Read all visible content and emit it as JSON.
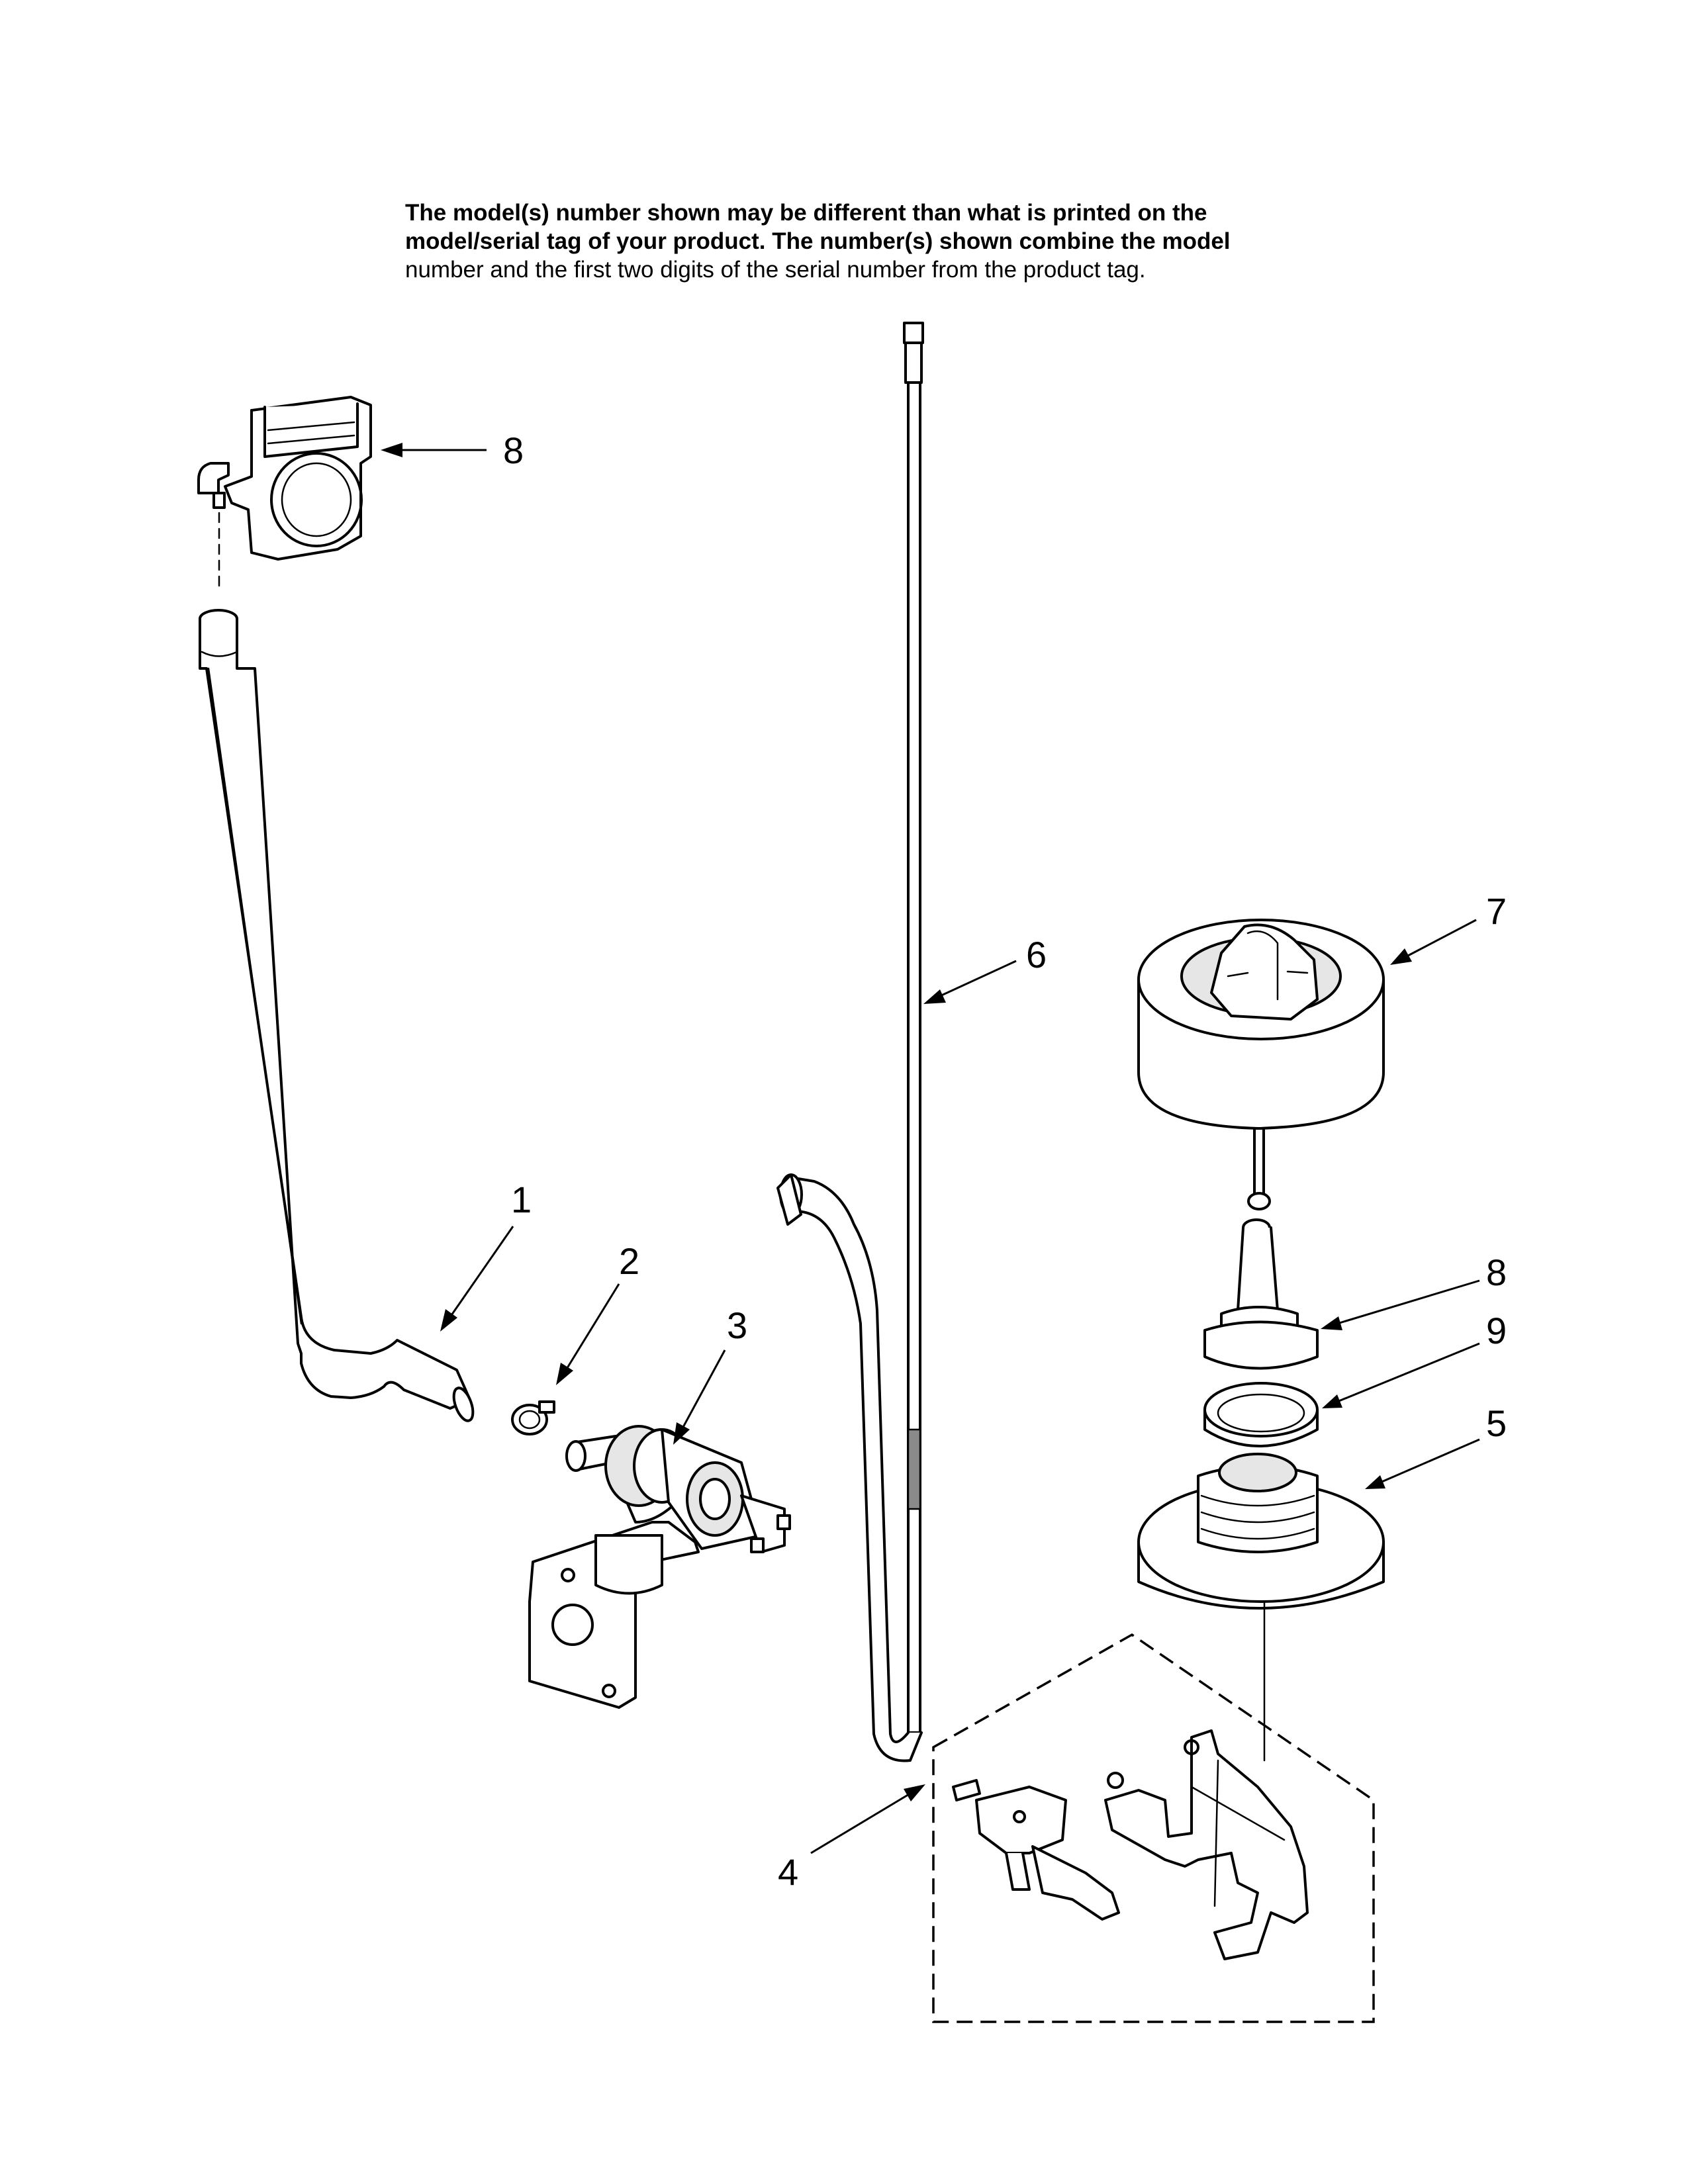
{
  "notice": {
    "line1": "The model(s) number shown may be different than what is printed on the",
    "line2": "model/serial tag of your product. The number(s) shown combine the model",
    "line3": "number and the first two digits of the serial number from the product tag."
  },
  "callouts": [
    {
      "id": "8a",
      "label": "8"
    },
    {
      "id": "6",
      "label": "6"
    },
    {
      "id": "7",
      "label": "7"
    },
    {
      "id": "1",
      "label": "1"
    },
    {
      "id": "2",
      "label": "2"
    },
    {
      "id": "3",
      "label": "3"
    },
    {
      "id": "8b",
      "label": "8"
    },
    {
      "id": "9",
      "label": "9"
    },
    {
      "id": "5",
      "label": "5"
    },
    {
      "id": "4",
      "label": "4"
    }
  ]
}
